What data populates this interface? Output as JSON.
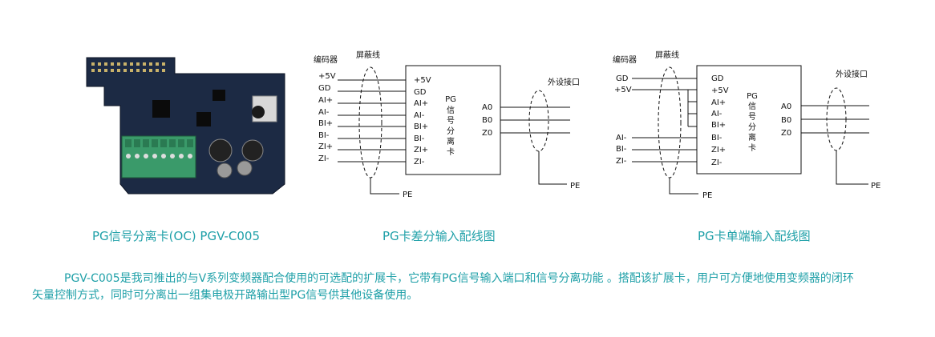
{
  "product": {
    "caption": "PG信号分离卡(OC) PGV-C005"
  },
  "diagram1": {
    "caption": "PG卡差分输入配线图",
    "encoder_label": "编码器",
    "shield_label": "屏蔽线",
    "external_label": "外设接口",
    "pe_label": "PE",
    "card_title": [
      "PG",
      "信",
      "号",
      "分",
      "离",
      "卡"
    ],
    "inputs": [
      "+5V",
      "GD",
      "AI+",
      "AI-",
      "BI+",
      "BI-",
      "ZI+",
      "ZI-"
    ],
    "outputs": [
      "A0",
      "B0",
      "Z0"
    ]
  },
  "diagram2": {
    "caption": "PG卡单端输入配线图",
    "encoder_label": "编码器",
    "shield_label": "屏蔽线",
    "external_label": "外设接口",
    "pe_label": "PE",
    "card_title": [
      "PG",
      "信",
      "号",
      "分",
      "离",
      "卡"
    ],
    "encoder_pins": [
      "GD",
      "+5V",
      "AI-",
      "BI-",
      "ZI-"
    ],
    "card_pins": [
      "GD",
      "+5V",
      "AI+",
      "AI-",
      "BI+",
      "BI-",
      "ZI+",
      "ZI-"
    ],
    "outputs": [
      "A0",
      "B0",
      "Z0"
    ]
  },
  "description": {
    "line1": "PGV-C005是我司推出的与V系列变频器配合使用的可选配的扩展卡，它带有PG信号输入端口和信号分离功能 。搭配该扩展卡，用户可方便地使用变频器的闭环",
    "line2": "矢量控制方式，同时可分离出一组集电极开路输出型PG信号供其他设备使用。"
  },
  "colors": {
    "caption": "#1fa0a8",
    "pcb_board": "#1c2a44",
    "terminal": "#3a9a6a"
  }
}
